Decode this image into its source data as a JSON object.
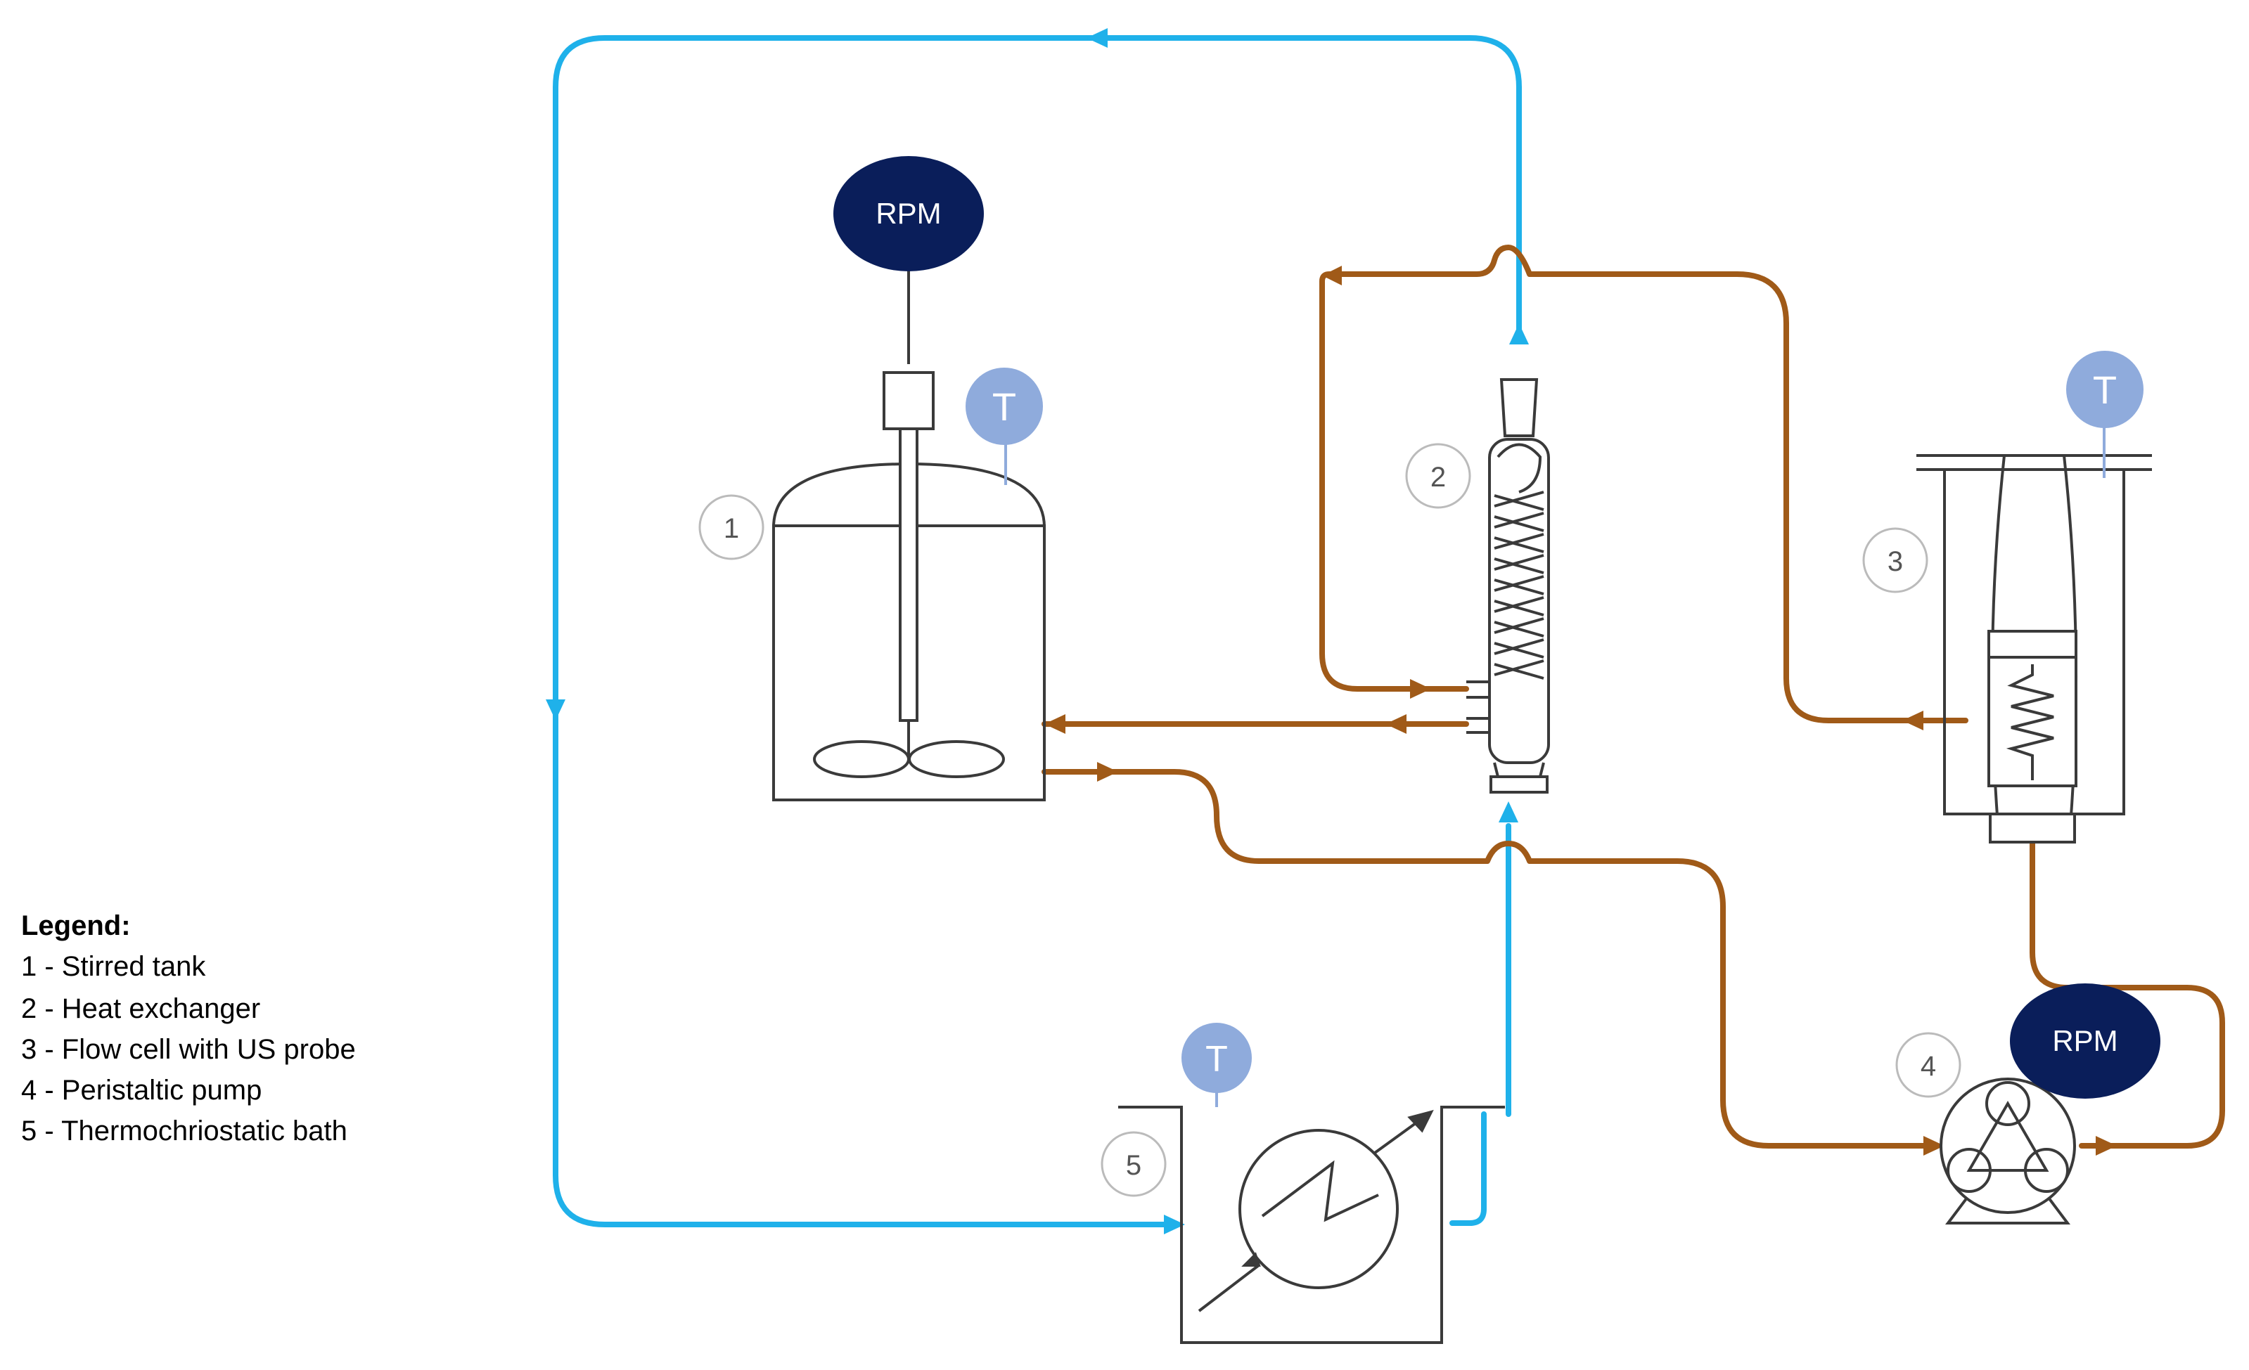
{
  "colors": {
    "water_loop": "#1fb1ea",
    "process_loop": "#a05a18",
    "rpm_badge": "#0a1e5a",
    "temp_badge": "#8fabdc",
    "equipment_line": "#3a3a3a"
  },
  "badges": {
    "tank_rpm": "RPM",
    "pump_rpm": "RPM",
    "tank_temp": "T",
    "flowcell_temp": "T",
    "bath_temp": "T"
  },
  "numbers": {
    "tank": "1",
    "heat_exchanger": "2",
    "flow_cell": "3",
    "pump": "4",
    "bath": "5"
  },
  "legend": {
    "title": "Legend:",
    "items": [
      "1 - Stirred tank",
      "2 - Heat exchanger",
      "3 - Flow cell with US probe",
      "4 - Peristaltic pump",
      "5 - Thermochriostatic bath"
    ]
  },
  "icons": [
    "stirred-tank-icon",
    "coil-condenser-icon",
    "flow-cell-icon",
    "peristaltic-pump-icon",
    "thermostatic-bath-icon",
    "heat-exchanger-symbol-icon"
  ]
}
